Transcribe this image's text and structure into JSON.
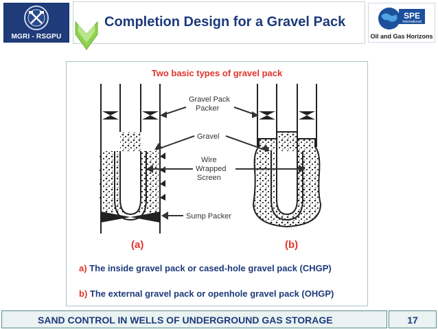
{
  "header": {
    "title": "Completion Design for a Gravel Pack",
    "left_logo_caption": "MGRI - RSGPU",
    "right_logo_caption": "Oil and Gas Horizons",
    "right_logo_mark": "SPE",
    "right_logo_mark_sub": "International"
  },
  "content": {
    "subtitle": "Two basic types of gravel pack",
    "diagram_labels": {
      "packer_line1": "Gravel Pack",
      "packer_line2": "Packer",
      "gravel": "Gravel",
      "screen_line1": "Wire",
      "screen_line2": "Wrapped",
      "screen_line3": "Screen",
      "sump": "Sump Packer"
    },
    "fig_a": "(a)",
    "fig_b": "(b)",
    "line_a_letter": "a)",
    "line_a_text": "The inside gravel pack or cased-hole gravel pack (CHGP)",
    "line_b_letter": "b)",
    "line_b_text": "The external gravel pack or openhole gravel pack (OHGP)"
  },
  "footer": {
    "text": "SAND CONTROL IN WELLS OF UNDERGROUND GAS STORAGE",
    "page": "17"
  },
  "colors": {
    "title": "#1c3a7a",
    "accent_red": "#e0332b",
    "chevron_green": "#8fd14f"
  }
}
